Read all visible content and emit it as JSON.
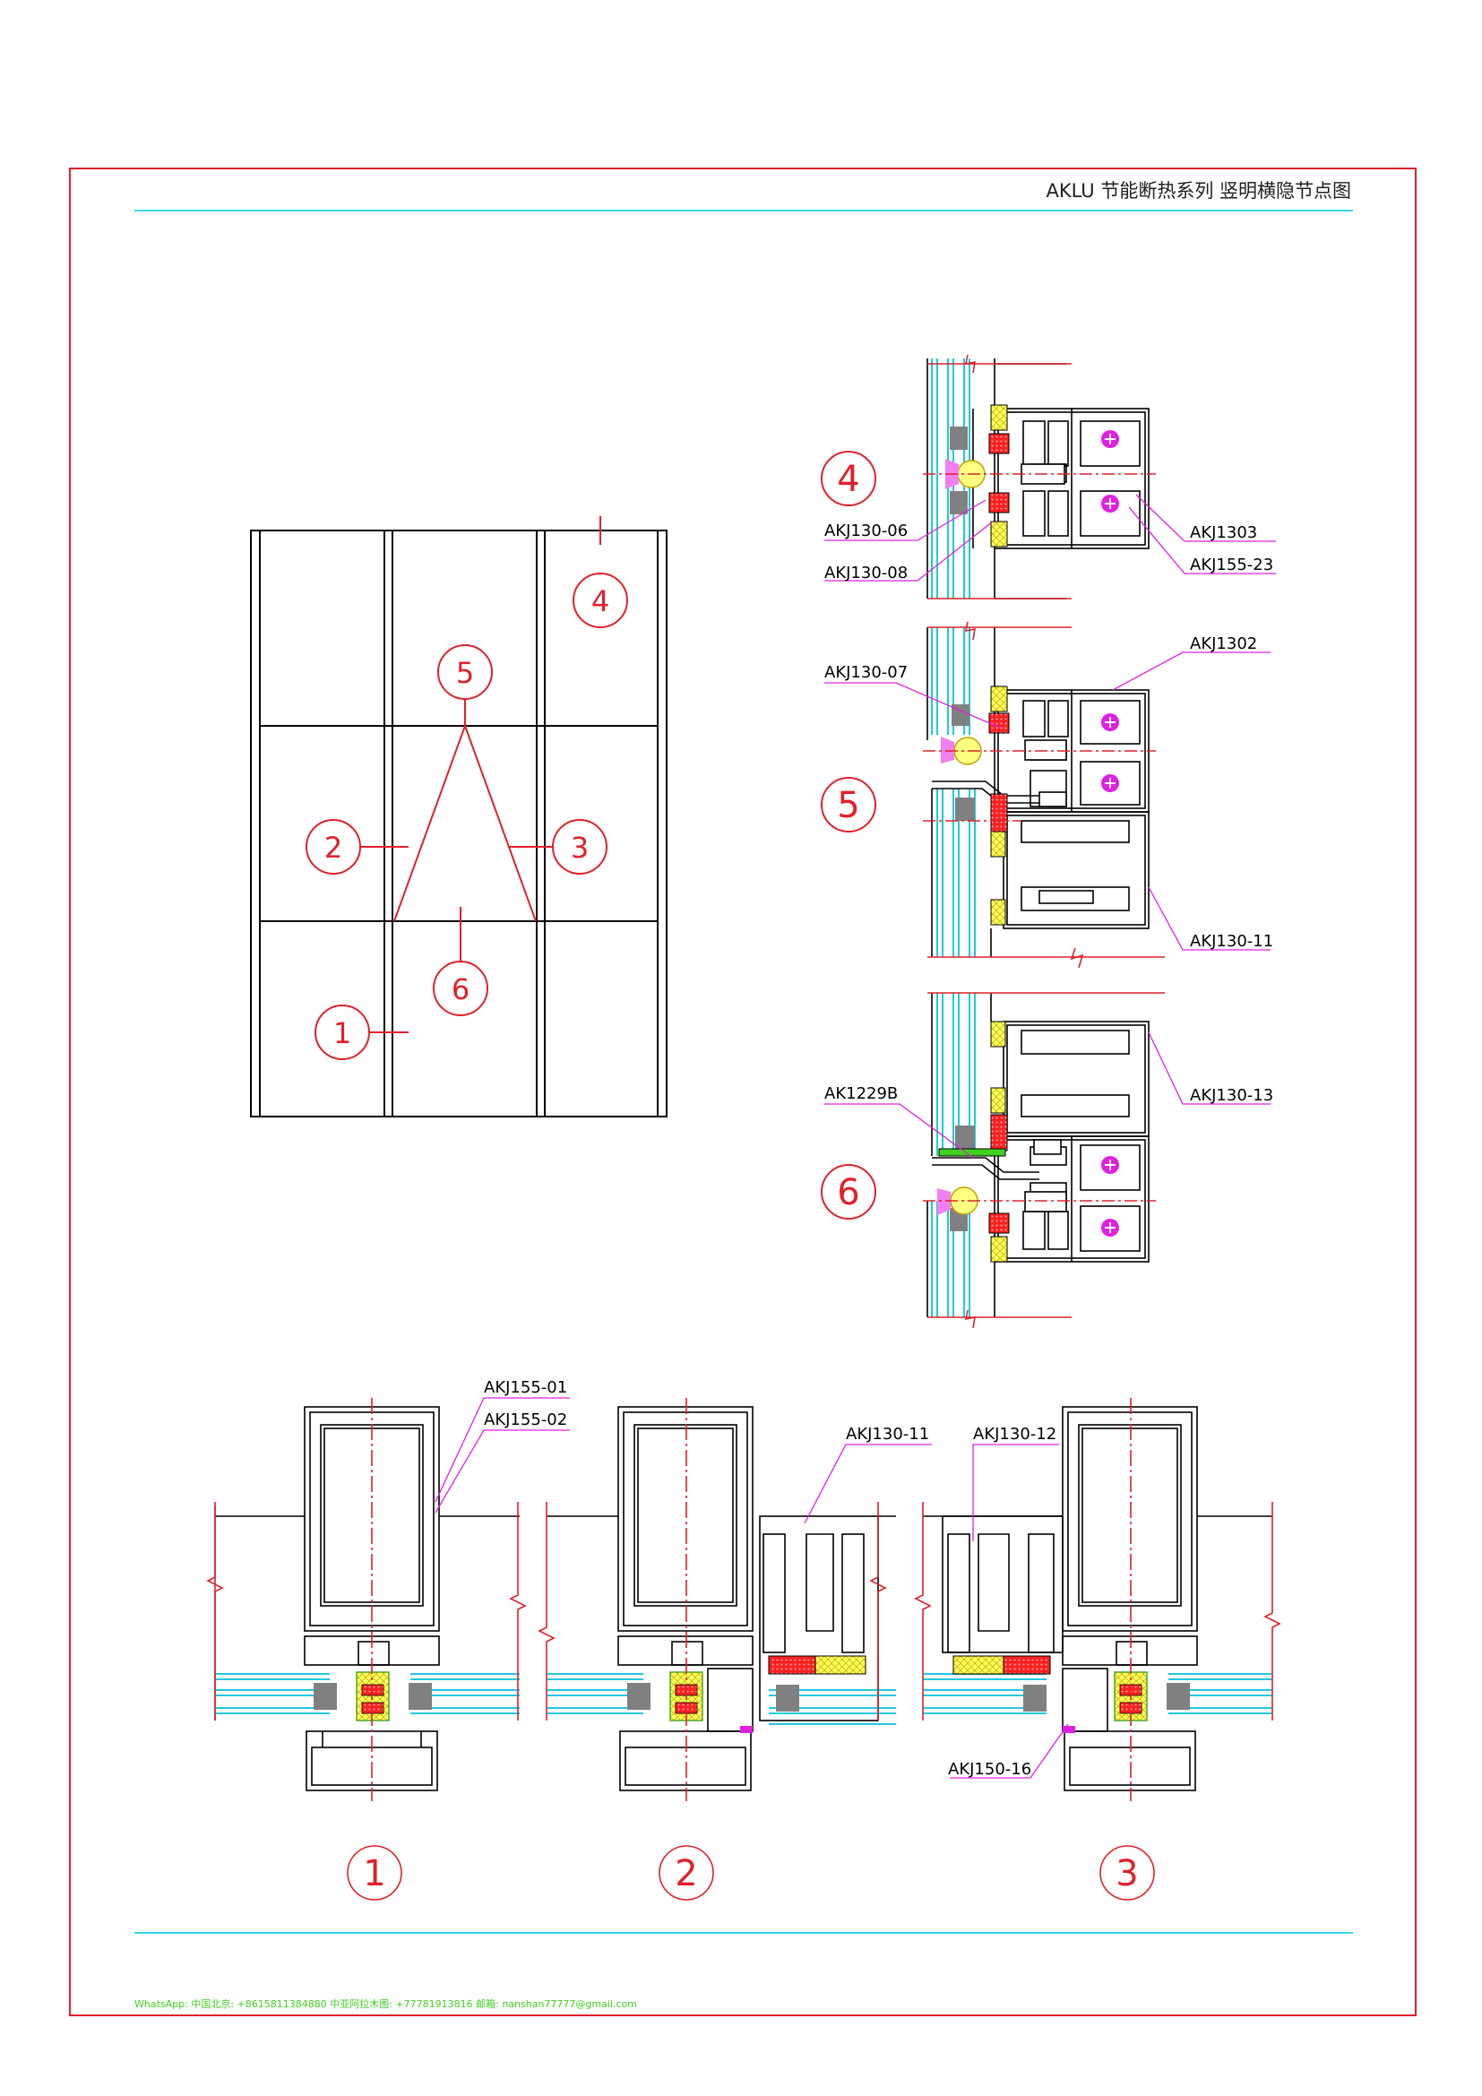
{
  "title": "AKLU 节能断热系列 竖明横隐节点图",
  "footer": "WhatsApp: 中国北京: +8615811384880  中亚阿拉木图: +77781913816 邮箱:  nanshan77777@gmail.com",
  "elevation_markers": [
    "1",
    "2",
    "3",
    "4",
    "5",
    "6"
  ],
  "section_labels": {
    "d4": "4",
    "d5": "5",
    "d6": "6",
    "s1": "1",
    "s2": "2",
    "s3": "3"
  },
  "callouts": {
    "d4_left_1": "AKJ130-06",
    "d4_left_2": "AKJ130-08",
    "d4_right_1": "AKJ1303",
    "d4_right_2": "AKJ155-23",
    "d5_left": "AKJ130-07",
    "d5_right_top": "AKJ1302",
    "d5_right_bottom": "AKJ130-11",
    "d6_left": "AK1229B",
    "d6_right": "AKJ130-13",
    "s1_1": "AKJ155-01",
    "s1_2": "AKJ155-02",
    "s2": "AKJ130-11",
    "s3_top": "AKJ130-12",
    "s3_bottom": "AKJ150-16"
  },
  "colors": {
    "frame": "#e0202a",
    "rule": "#38d8e8",
    "ink": "#000000",
    "magenta": "#e020e0",
    "glass": "#20c8e0",
    "gasket": "#ffff60",
    "seal": "#ff2020",
    "spacer": "#808080",
    "footer": "#40d020"
  }
}
